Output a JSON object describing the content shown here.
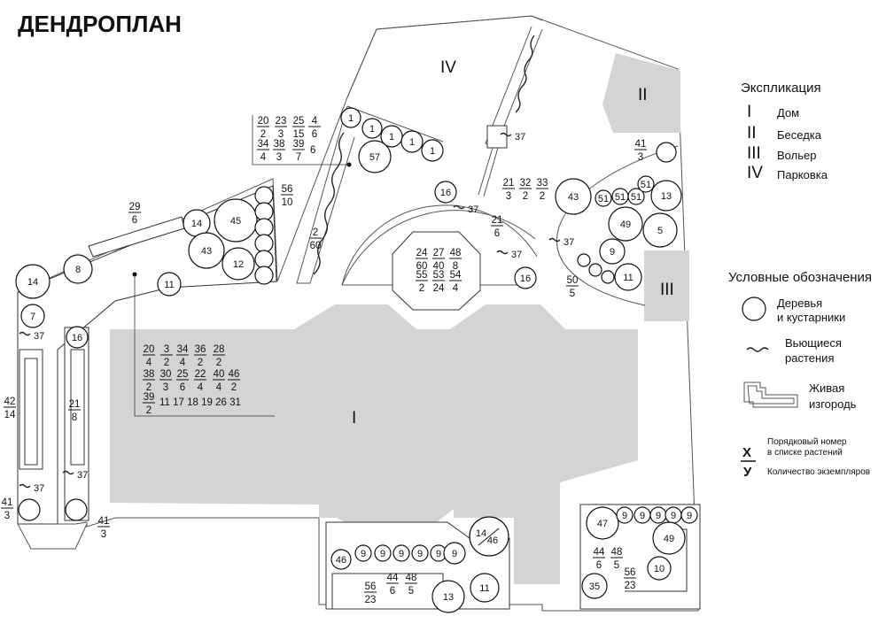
{
  "title": "ДЕНДРОПЛАН",
  "zones": [
    {
      "id": "I",
      "name": "Дом"
    },
    {
      "id": "II",
      "name": "Беседка"
    },
    {
      "id": "III",
      "name": "Вольер"
    },
    {
      "id": "IV",
      "name": "Парковка"
    }
  ],
  "explication": {
    "heading": "Экспликация",
    "items": [
      {
        "roman": "I",
        "label": "Дом"
      },
      {
        "roman": "II",
        "label": "Беседка"
      },
      {
        "roman": "III",
        "label": "Вольер"
      },
      {
        "roman": "IV",
        "label": "Парковка"
      }
    ]
  },
  "legend": {
    "heading": "Условные обозначения",
    "trees": [
      "Деревья",
      "и кустарники"
    ],
    "vines": [
      "Вьющиеся",
      "растения"
    ],
    "hedge": [
      "Живая",
      "изгородь"
    ],
    "x_symbol": "X",
    "y_symbol": "У",
    "x_text": [
      "Порядковый номер",
      "в списке растений"
    ],
    "y_text": "Количество экземпляров"
  },
  "plants": {
    "parking_top": [
      "1",
      "1",
      "1",
      "1",
      "1",
      "57"
    ],
    "left_group": [
      "14",
      "45",
      "43",
      "12",
      "11",
      "8",
      "14",
      "7",
      "16"
    ],
    "arch": [
      "16",
      "16"
    ],
    "east_group": [
      "43",
      "51",
      "51",
      "51",
      "51",
      "13",
      "49",
      "5",
      "9",
      "11"
    ],
    "bottom_mid": [
      "46",
      "9",
      "9",
      "9",
      "9",
      "9",
      "9",
      "13",
      "11",
      "35"
    ],
    "bottom_mid_big": [
      "14",
      "46"
    ],
    "bottom_right": [
      "47",
      "9",
      "9",
      "9",
      "9",
      "9",
      "49",
      "10",
      "35"
    ],
    "vine_labels": [
      "37",
      "37",
      "37",
      "37",
      "37",
      "37",
      "37"
    ]
  },
  "fractions": {
    "top_left_block": [
      {
        "x": "20",
        "y": "2"
      },
      {
        "x": "23",
        "y": "3"
      },
      {
        "x": "25",
        "y": "15"
      },
      {
        "x": "4",
        "y": "6"
      },
      {
        "x": "34",
        "y": "4"
      },
      {
        "x": "38",
        "y": "3"
      },
      {
        "x": "39",
        "y": "7"
      }
    ],
    "top_left_extra": "6",
    "big_block": [
      {
        "x": "20",
        "y": "4"
      },
      {
        "x": "3",
        "y": "2"
      },
      {
        "x": "34",
        "y": "4"
      },
      {
        "x": "36",
        "y": "2"
      },
      {
        "x": "28",
        "y": "2"
      },
      {
        "x": "38",
        "y": "2"
      },
      {
        "x": "30",
        "y": "3"
      },
      {
        "x": "25",
        "y": "6"
      },
      {
        "x": "22",
        "y": "4"
      },
      {
        "x": "40",
        "y": "4"
      },
      {
        "x": "46",
        "y": "2"
      },
      {
        "x": "39",
        "y": "2"
      }
    ],
    "big_block_extra": "11  17  18  19  26  31",
    "octagon": [
      {
        "x": "24",
        "y": "60"
      },
      {
        "x": "27",
        "y": "40"
      },
      {
        "x": "48",
        "y": "8"
      },
      {
        "x": "55",
        "y": "2"
      },
      {
        "x": "53",
        "y": "24"
      },
      {
        "x": "54",
        "y": "4"
      }
    ],
    "singles": [
      {
        "x": "29",
        "y": "6"
      },
      {
        "x": "56",
        "y": "10"
      },
      {
        "x": "2",
        "y": "60"
      },
      {
        "x": "21",
        "y": "6"
      },
      {
        "x": "41",
        "y": "3"
      },
      {
        "x": "21",
        "y": "3"
      },
      {
        "x": "32",
        "y": "2"
      },
      {
        "x": "33",
        "y": "2"
      },
      {
        "x": "50",
        "y": "5"
      },
      {
        "x": "42",
        "y": "14"
      },
      {
        "x": "21",
        "y": "8"
      },
      {
        "x": "41",
        "y": "3"
      },
      {
        "x": "41",
        "y": "3"
      },
      {
        "x": "56",
        "y": "23"
      },
      {
        "x": "44",
        "y": "6"
      },
      {
        "x": "48",
        "y": "5"
      },
      {
        "x": "44",
        "y": "6"
      },
      {
        "x": "48",
        "y": "5"
      },
      {
        "x": "56",
        "y": "23"
      }
    ]
  }
}
